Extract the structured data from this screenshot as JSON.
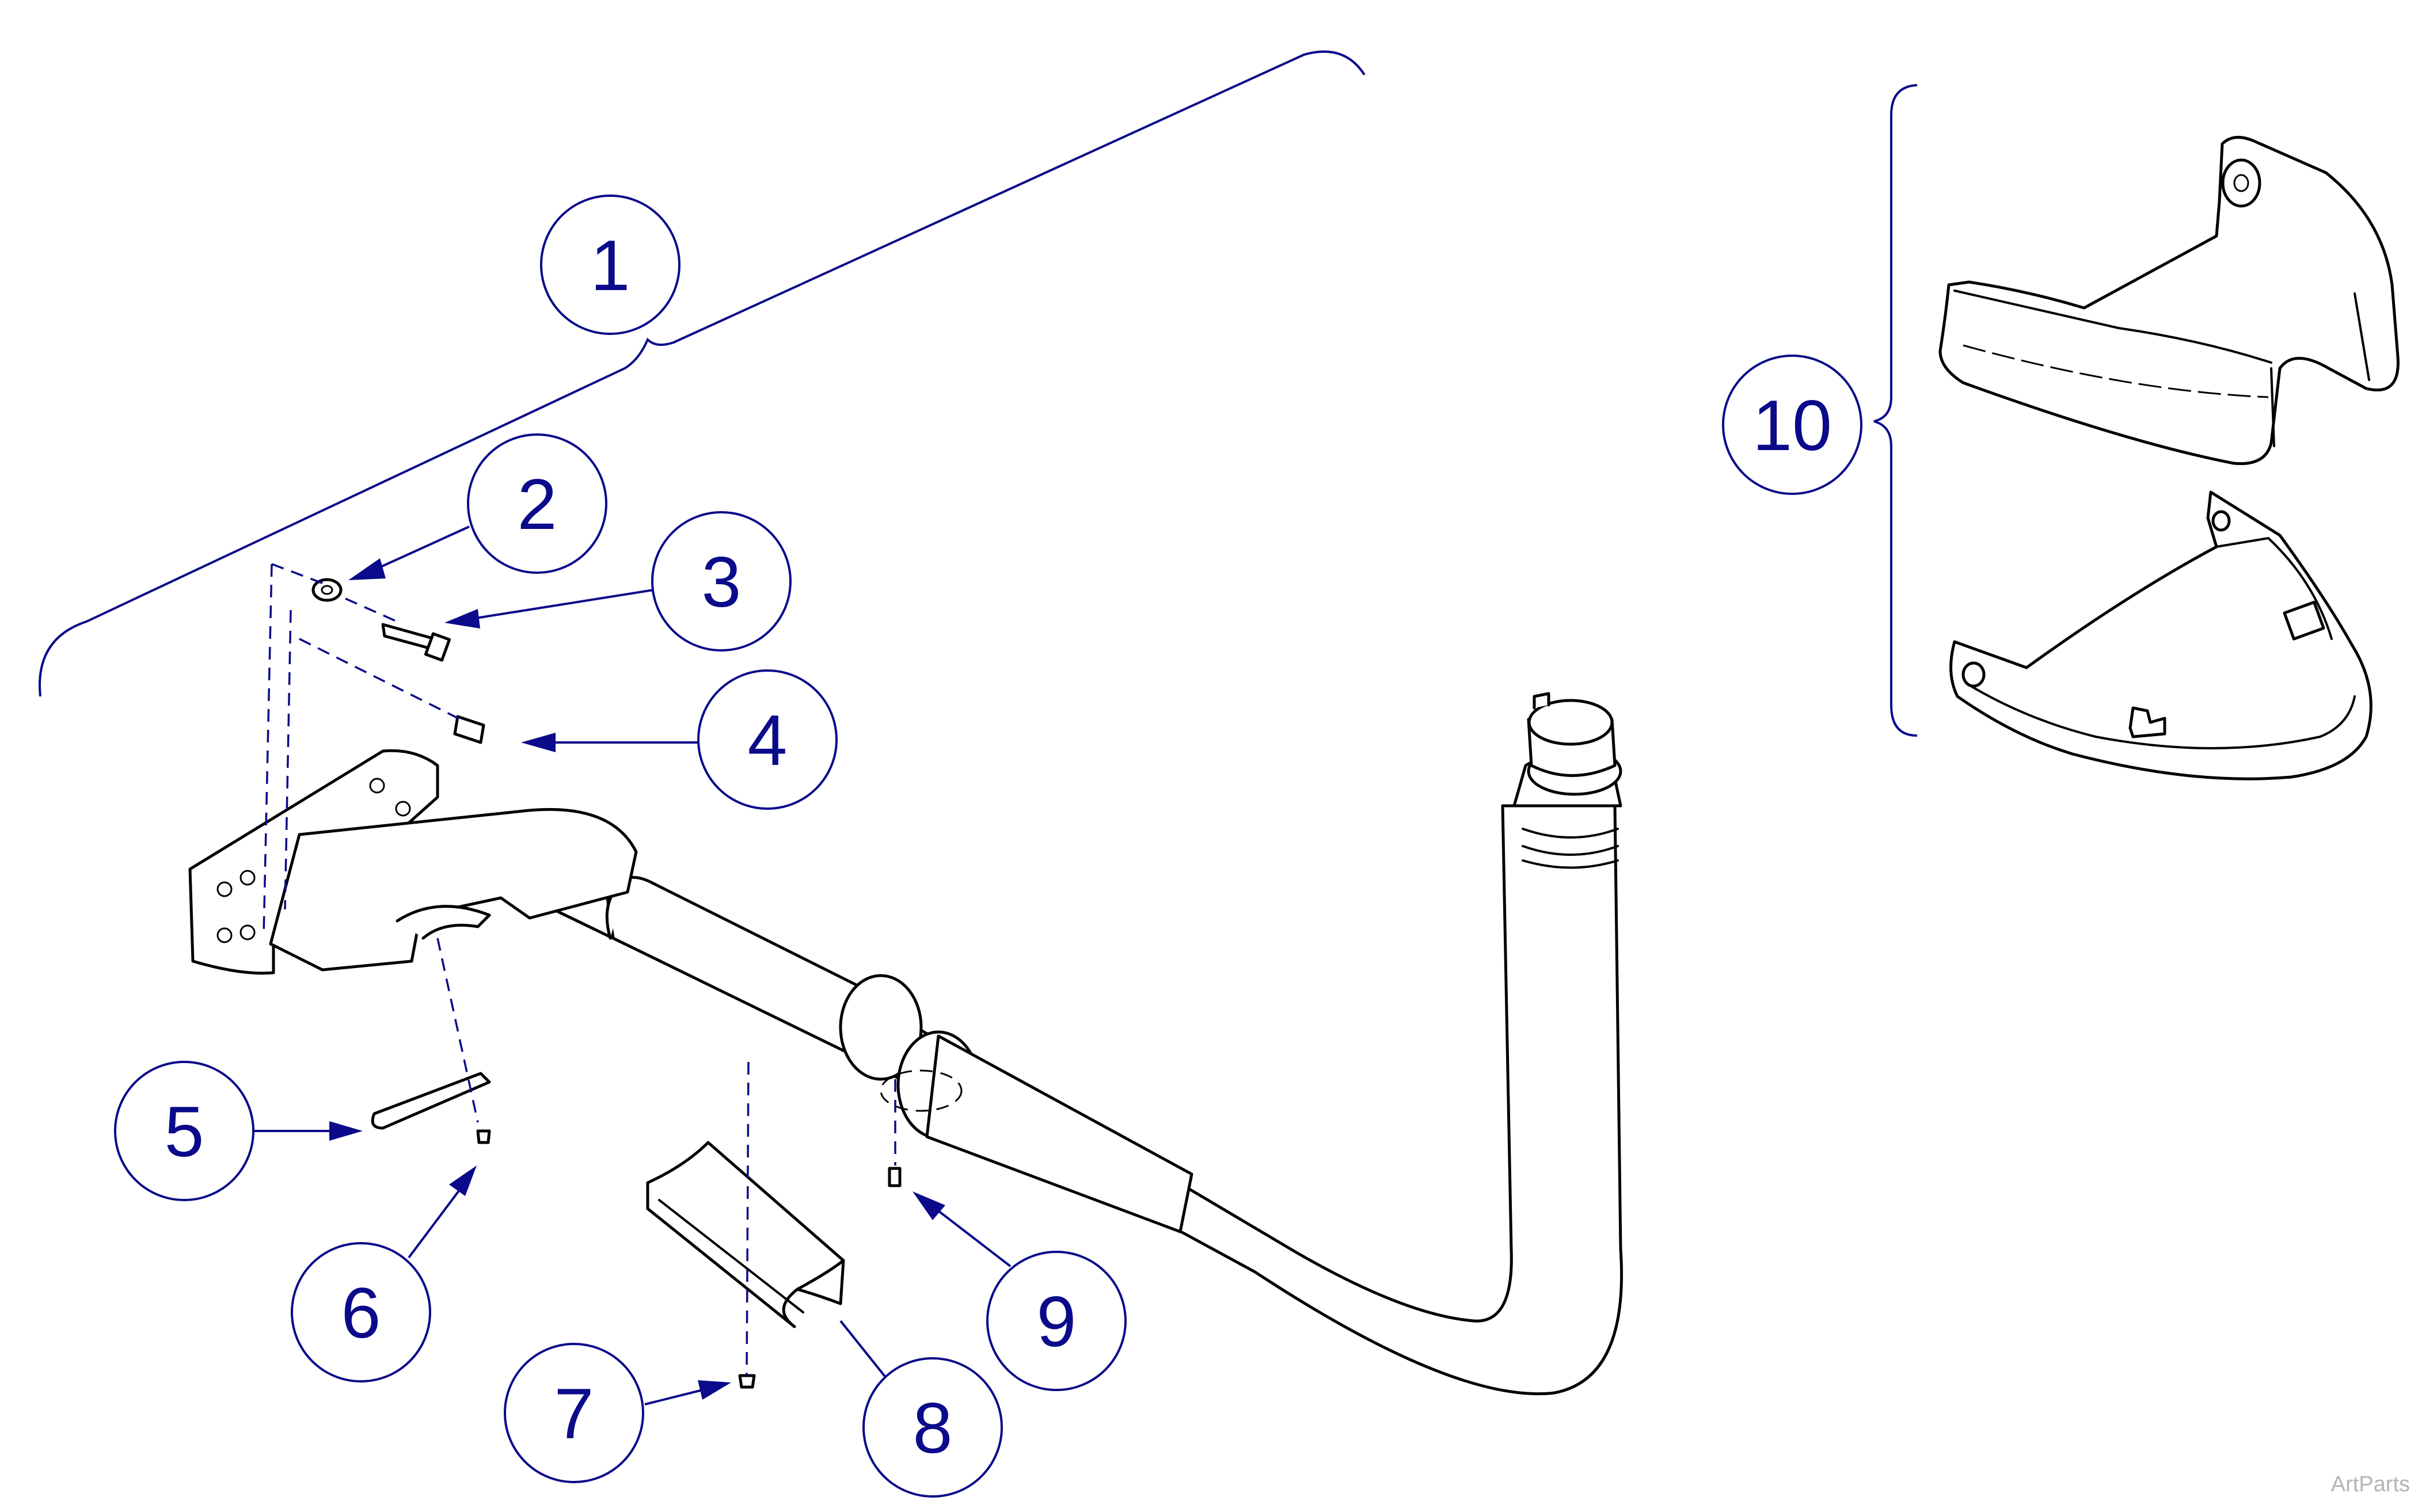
{
  "callouts": [
    {
      "id": "1",
      "label": "1"
    },
    {
      "id": "2",
      "label": "2"
    },
    {
      "id": "3",
      "label": "3"
    },
    {
      "id": "4",
      "label": "4"
    },
    {
      "id": "5",
      "label": "5"
    },
    {
      "id": "6",
      "label": "6"
    },
    {
      "id": "7",
      "label": "7"
    },
    {
      "id": "8",
      "label": "8"
    },
    {
      "id": "9",
      "label": "9"
    },
    {
      "id": "10",
      "label": "10"
    }
  ],
  "watermark": "ArtParts",
  "colors": {
    "callout": "#0a0a8a",
    "linework": "#000000",
    "watermark": "#b5b5b5"
  }
}
